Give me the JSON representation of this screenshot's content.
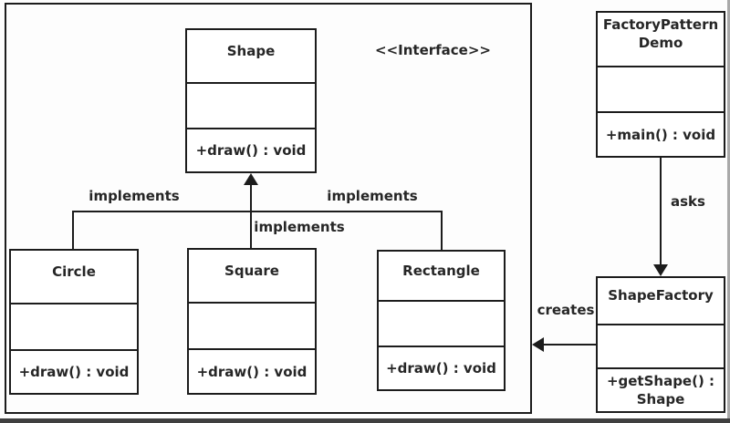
{
  "classes": {
    "shape": {
      "name": "Shape",
      "method": "+draw() : void"
    },
    "circle": {
      "name": "Circle",
      "method": "+draw() : void"
    },
    "square": {
      "name": "Square",
      "method": "+draw() : void"
    },
    "rectangle": {
      "name": "Rectangle",
      "method": "+draw() : void"
    },
    "factory_pattern_demo": {
      "name_line1": "FactoryPattern",
      "name_line2": "Demo",
      "method": "+main() : void"
    },
    "shape_factory": {
      "name": "ShapeFactory",
      "method_line1": "+getShape() :",
      "method_line2": "Shape"
    }
  },
  "labels": {
    "interface_stereotype": "<<Interface>>",
    "implements_left": "implements",
    "implements_center": "implements",
    "implements_right": "implements",
    "asks": "asks",
    "creates": "creates"
  },
  "colors": {
    "line": "#1c1c1c",
    "text": "#262626",
    "background": "#fdfdfd"
  }
}
